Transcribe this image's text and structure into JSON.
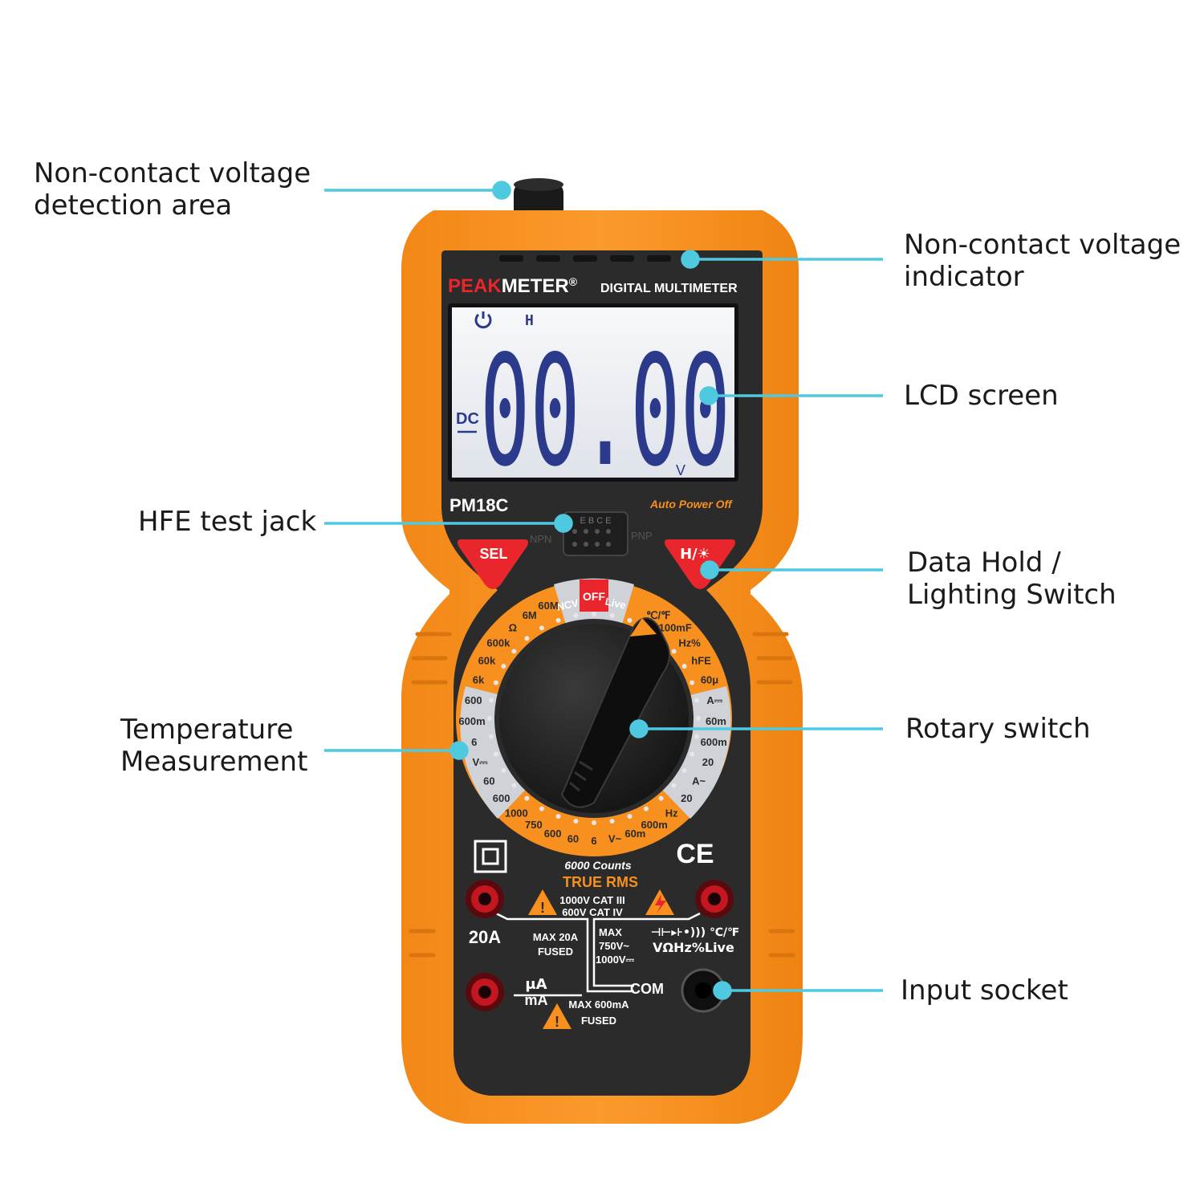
{
  "callouts": {
    "ncv_area": "Non-contact voltage\ndetection area",
    "ncv_indicator": "Non-contact voltage\nindicator",
    "lcd": "LCD screen",
    "hfe": "HFE test jack",
    "hold": "Data Hold /\nLighting Switch",
    "temperature": "Temperature\nMeasurement",
    "rotary": "Rotary switch",
    "input": "Input socket"
  },
  "meter": {
    "brand_a": "PEAK",
    "brand_b": "METER",
    "registered": "®",
    "subtitle": "DIGITAL MULTIMETER",
    "model": "PM18C",
    "auto_off": "Auto Power Off",
    "hold_mark": "H",
    "dc_mark": "DC",
    "digits": "00.00",
    "unit": "V",
    "npn": "NPN",
    "pnp": "PNP",
    "hfe_pins": "E B C E",
    "sel": "SEL",
    "hold_key": "H/☀",
    "counts": "6000 Counts",
    "true_rms": "TRUE RMS",
    "cat_1": "1000V CAT III",
    "cat_2": "600V CAT IV",
    "jack_20a": "20A",
    "max20a_1": "MAX 20A",
    "max20a_2": "FUSED",
    "max_v_1": "MAX",
    "max_v_2": "750V~",
    "max_v_3": "1000V⎓",
    "func_1": "⊣⊢▸⊦•))) ℃/℉",
    "func_2": "VΩHz%Live",
    "ua_1": "μA",
    "ua_2": "mA",
    "com": "COM",
    "max600_1": "MAX 600mA",
    "max600_2": "FUSED",
    "ce": "CE"
  },
  "dial": {
    "ncv": "NCV",
    "off": "OFF",
    "live": "Live",
    "ranges": [
      "60M",
      "6M",
      "Ω",
      "600k",
      "60k",
      "6k",
      "600",
      "600m",
      "6",
      "V⎓",
      "60",
      "600",
      "1000",
      "750",
      "600",
      "60",
      "6",
      "V~",
      "60m",
      "600m",
      "Hz",
      "20",
      "A~",
      "20",
      "600m",
      "60m",
      "A⎓",
      "60μ",
      "hFE",
      "Hz%",
      "100mF",
      "℃/℉"
    ]
  },
  "colors": {
    "orange": "#f7901e",
    "body": "#2b2b2b",
    "cyan": "#4fc9e0",
    "lcd_digit": "#2c3a8c",
    "red": "#e8262c"
  }
}
